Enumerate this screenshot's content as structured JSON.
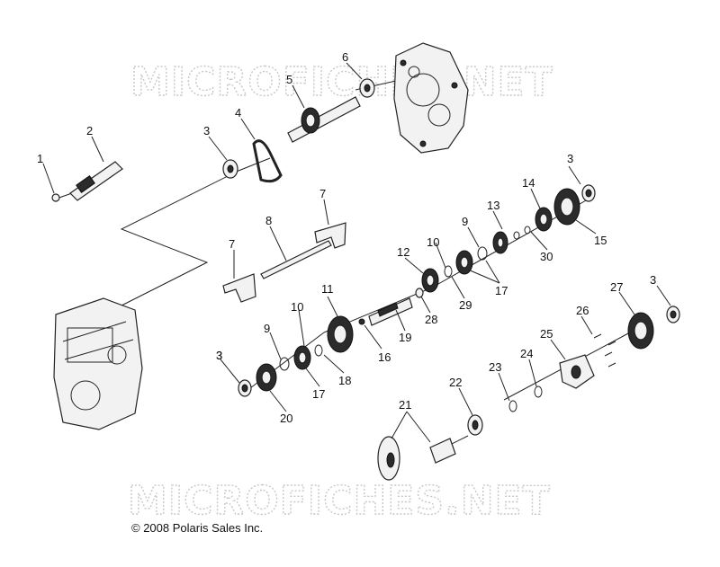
{
  "watermark": "MICROFICHES.NET",
  "copyright": "© 2008 Polaris Sales Inc.",
  "callouts": [
    "1",
    "2",
    "3",
    "4",
    "5",
    "6",
    "3",
    "7",
    "7",
    "8",
    "3",
    "14",
    "13",
    "9",
    "10",
    "12",
    "15",
    "30",
    "17",
    "29",
    "28",
    "11",
    "10",
    "9",
    "19",
    "16",
    "18",
    "3",
    "17",
    "20",
    "26",
    "27",
    "3",
    "25",
    "24",
    "23",
    "22",
    "21"
  ]
}
